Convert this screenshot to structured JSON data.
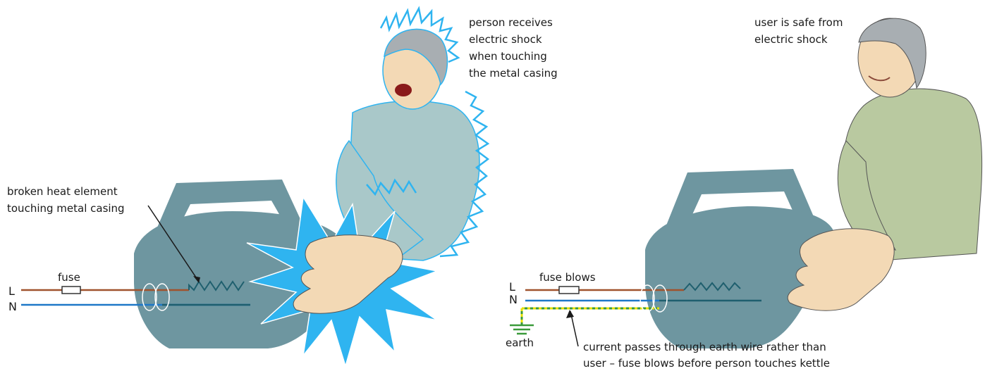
{
  "left_panel": {
    "shock_caption": [
      "person receives",
      "electric shock",
      "when touching",
      "the metal casing"
    ],
    "element_caption": [
      "broken heat element",
      "touching metal casing"
    ],
    "fuse_label": "fuse",
    "live_label": "L",
    "neutral_label": "N"
  },
  "right_panel": {
    "safe_caption": [
      "user is safe from",
      "electric shock"
    ],
    "fuse_label": "fuse blows",
    "live_label": "L",
    "neutral_label": "N",
    "earth_label": "earth",
    "earth_caption": [
      "current passes through earth wire rather than",
      "user – fuse blows before person touches kettle"
    ]
  },
  "colors": {
    "kettle": "#6e96a0",
    "live_wire": "#a0522d",
    "neutral_wire": "#1e78c8",
    "earth_wire_yellow": "#e8e000",
    "earth_wire_green": "#3a9a3a",
    "shock_spark": "#2fb4f0",
    "shocked_sweater": "#a9c8c9",
    "safe_sweater": "#b9c9a0",
    "skin": "#f3d9b5",
    "hair": "#a8aeb2"
  }
}
